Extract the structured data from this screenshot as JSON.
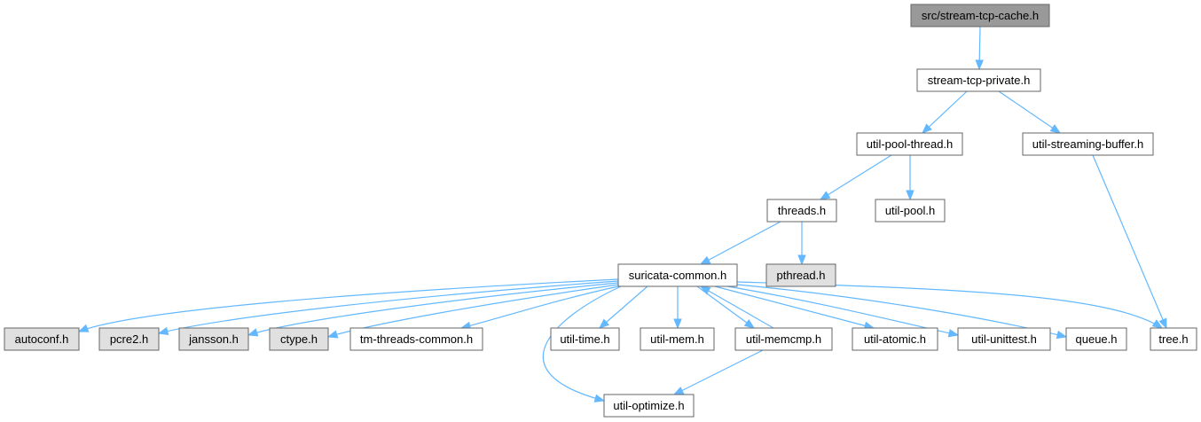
{
  "colors": {
    "node_fill": "#ffffff",
    "node_stroke": "#666666",
    "root_fill": "#999999",
    "external_fill": "#e0e0e0",
    "edge": "#63b8ff"
  },
  "nodes": [
    {
      "id": "stream-tcp-cache",
      "label": "src/stream-tcp-cache.h",
      "style": "root"
    },
    {
      "id": "stream-tcp-private",
      "label": "stream-tcp-private.h",
      "style": "normal"
    },
    {
      "id": "util-pool-thread",
      "label": "util-pool-thread.h",
      "style": "normal"
    },
    {
      "id": "util-streaming-buffer",
      "label": "util-streaming-buffer.h",
      "style": "normal"
    },
    {
      "id": "threads",
      "label": "threads.h",
      "style": "normal"
    },
    {
      "id": "util-pool",
      "label": "util-pool.h",
      "style": "normal"
    },
    {
      "id": "suricata-common",
      "label": "suricata-common.h",
      "style": "normal"
    },
    {
      "id": "pthread",
      "label": "pthread.h",
      "style": "external"
    },
    {
      "id": "autoconf",
      "label": "autoconf.h",
      "style": "external"
    },
    {
      "id": "pcre2",
      "label": "pcre2.h",
      "style": "external"
    },
    {
      "id": "jansson",
      "label": "jansson.h",
      "style": "external"
    },
    {
      "id": "ctype",
      "label": "ctype.h",
      "style": "external"
    },
    {
      "id": "tm-threads-common",
      "label": "tm-threads-common.h",
      "style": "normal"
    },
    {
      "id": "util-time",
      "label": "util-time.h",
      "style": "normal"
    },
    {
      "id": "util-mem",
      "label": "util-mem.h",
      "style": "normal"
    },
    {
      "id": "util-memcmp",
      "label": "util-memcmp.h",
      "style": "normal"
    },
    {
      "id": "util-atomic",
      "label": "util-atomic.h",
      "style": "normal"
    },
    {
      "id": "util-unittest",
      "label": "util-unittest.h",
      "style": "normal"
    },
    {
      "id": "queue",
      "label": "queue.h",
      "style": "normal"
    },
    {
      "id": "tree",
      "label": "tree.h",
      "style": "normal"
    },
    {
      "id": "util-optimize",
      "label": "util-optimize.h",
      "style": "normal"
    }
  ],
  "edges": [
    {
      "from": "stream-tcp-cache",
      "to": "stream-tcp-private"
    },
    {
      "from": "stream-tcp-private",
      "to": "util-pool-thread"
    },
    {
      "from": "stream-tcp-private",
      "to": "util-streaming-buffer"
    },
    {
      "from": "util-pool-thread",
      "to": "threads"
    },
    {
      "from": "util-pool-thread",
      "to": "util-pool"
    },
    {
      "from": "util-streaming-buffer",
      "to": "tree"
    },
    {
      "from": "threads",
      "to": "suricata-common"
    },
    {
      "from": "threads",
      "to": "pthread"
    },
    {
      "from": "suricata-common",
      "to": "autoconf"
    },
    {
      "from": "suricata-common",
      "to": "pcre2"
    },
    {
      "from": "suricata-common",
      "to": "jansson"
    },
    {
      "from": "suricata-common",
      "to": "ctype"
    },
    {
      "from": "suricata-common",
      "to": "tm-threads-common"
    },
    {
      "from": "suricata-common",
      "to": "util-optimize"
    },
    {
      "from": "suricata-common",
      "to": "util-time"
    },
    {
      "from": "suricata-common",
      "to": "util-mem"
    },
    {
      "from": "suricata-common",
      "to": "util-memcmp"
    },
    {
      "from": "suricata-common",
      "to": "util-atomic"
    },
    {
      "from": "suricata-common",
      "to": "util-unittest"
    },
    {
      "from": "suricata-common",
      "to": "queue"
    },
    {
      "from": "suricata-common",
      "to": "tree"
    },
    {
      "from": "util-memcmp",
      "to": "suricata-common"
    },
    {
      "from": "util-memcmp",
      "to": "util-optimize"
    }
  ]
}
